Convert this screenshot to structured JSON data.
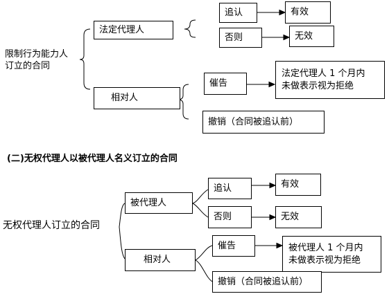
{
  "diagram1": {
    "root": [
      "限制行为能力人",
      "订立的合同"
    ],
    "agent": "法定代理人",
    "ratify": "追认",
    "valid": "有效",
    "otherwise": "否则",
    "invalid": "无效",
    "counterparty": "相对人",
    "demand": "催告",
    "demand_result": [
      "法定代理人 1 个月内",
      "未做表示视为拒绝"
    ],
    "revoke": "撤销（合同被追认前）"
  },
  "heading": "(二)无权代理人以被代理人名义订立的合同",
  "diagram2": {
    "root": "无权代理人订立的合同",
    "principal": "被代理人",
    "ratify": "追认",
    "valid": "有效",
    "otherwise": "否则",
    "invalid": "无效",
    "counterparty": "相对人",
    "demand": "催告",
    "demand_result": [
      "被代理人 1 个月内",
      "未做表示视为拒绝"
    ],
    "revoke": "撤销（合同被追认前）"
  }
}
